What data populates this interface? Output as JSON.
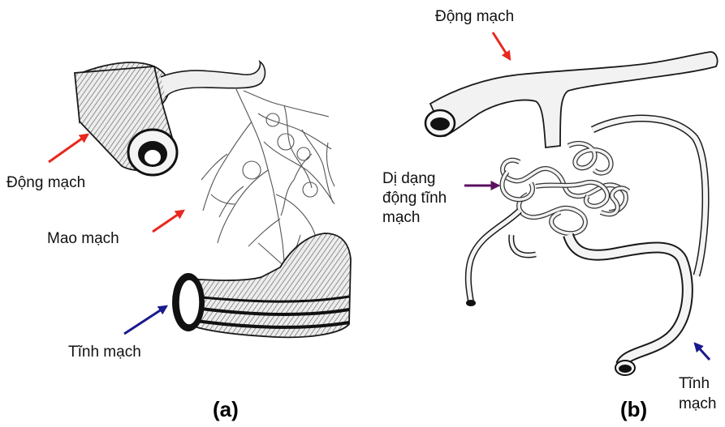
{
  "panel_a": {
    "caption": "(a)",
    "labels": {
      "artery": "Động mạch",
      "capillary": "Mao mạch",
      "vein": "Tĩnh mạch"
    }
  },
  "panel_b": {
    "caption": "(b)",
    "labels": {
      "artery": "Động mạch",
      "avm_line1": "Dị dạng",
      "avm_line2": "động tĩnh",
      "avm_line3": "mạch",
      "vein_line1": "Tĩnh",
      "vein_line2": "mạch"
    }
  },
  "colors": {
    "artery_arrow": "#e8281e",
    "vein_arrow": "#1a1a8c",
    "avm_arrow": "#5a1060",
    "vessel_fill": "#f4f4f4",
    "vessel_stroke": "#1a1a1a"
  }
}
